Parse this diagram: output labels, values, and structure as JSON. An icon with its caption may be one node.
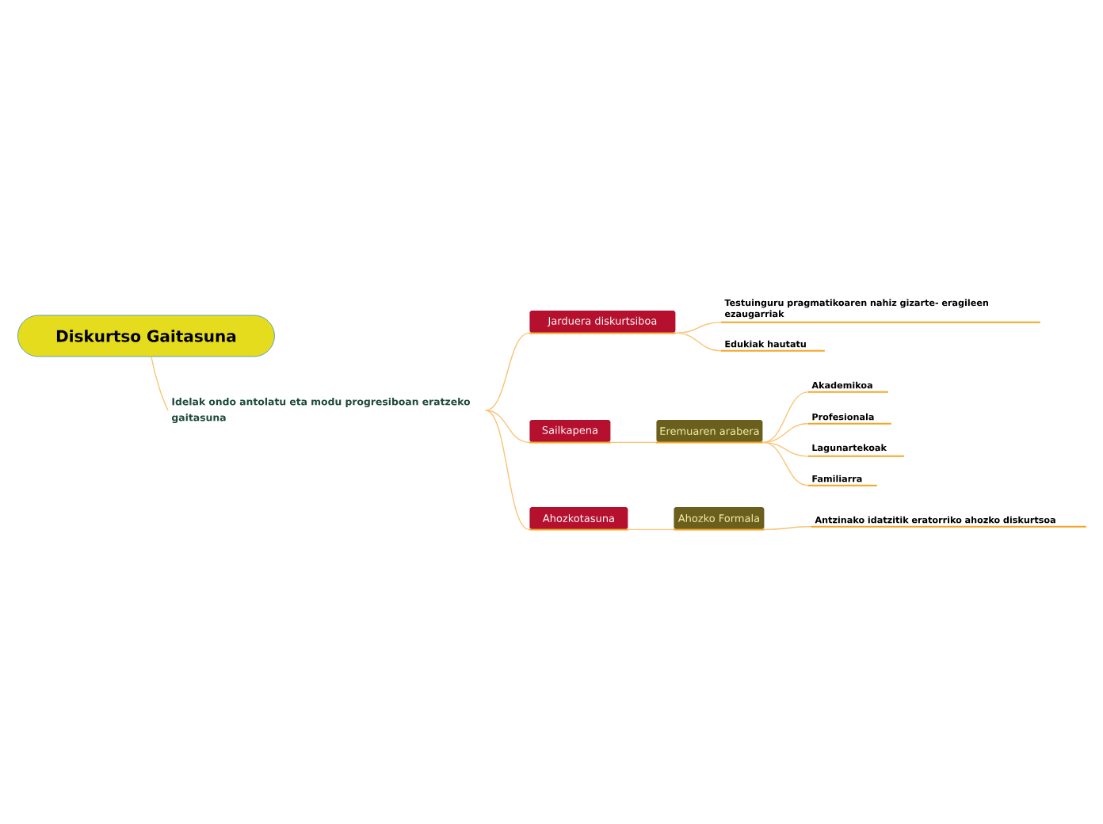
{
  "diagram": {
    "nodes": [
      {
        "text": [
          "Diskurtso Gaitasuna"
        ]
      },
      {
        "text": [
          "Idelak ondo antolatu eta modu progresiboan eratzeko gaitasuna"
        ]
      },
      {
        "text": [
          "Jarduera diskurtsiboa"
        ]
      },
      {
        "text": [
          "Testuinguru pragmatikoaren nahiz gizarte- eragileen ezaugarriak"
        ]
      },
      {
        "text": [
          "Edukiak hautatu"
        ]
      },
      {
        "text": [
          "Sailkapena"
        ]
      },
      {
        "text": [
          "Eremuaren arabera"
        ]
      },
      {
        "text": [
          "Akademikoa"
        ]
      },
      {
        "text": [
          "Profesionala"
        ]
      },
      {
        "text": [
          "Lagunartekoak"
        ]
      },
      {
        "text": [
          "Familiarra"
        ]
      },
      {
        "text": [
          "Ahozkotasuna"
        ]
      },
      {
        "text": [
          "Ahozko Formala"
        ]
      },
      {
        "text": [
          "Antzinako idatzitik eratorriko ahozko diskurtsoa"
        ]
      }
    ],
    "edges": [
      {
        "from": 0,
        "to": 1,
        "arrow": "none"
      },
      {
        "from": 1,
        "to": 2,
        "arrow": "none"
      },
      {
        "from": 1,
        "to": 5,
        "arrow": "none"
      },
      {
        "from": 1,
        "to": 11,
        "arrow": "none"
      },
      {
        "from": 2,
        "to": 3,
        "arrow": "none"
      },
      {
        "from": 2,
        "to": 4,
        "arrow": "none"
      },
      {
        "from": 5,
        "to": 6,
        "arrow": "none"
      },
      {
        "from": 6,
        "to": 7,
        "arrow": "none"
      },
      {
        "from": 6,
        "to": 8,
        "arrow": "none"
      },
      {
        "from": 6,
        "to": 9,
        "arrow": "none"
      },
      {
        "from": 6,
        "to": 10,
        "arrow": "none"
      },
      {
        "from": 11,
        "to": 12,
        "arrow": "none"
      },
      {
        "from": 12,
        "to": 13,
        "arrow": "none"
      }
    ]
  }
}
